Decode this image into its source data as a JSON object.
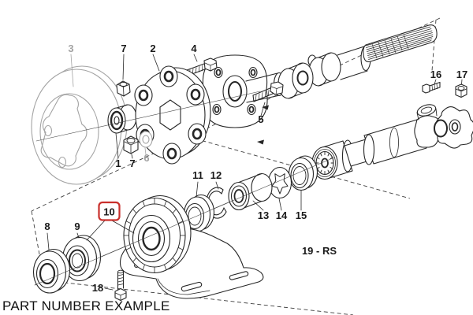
{
  "diagram": {
    "type": "exploded-parts-diagram",
    "subject": "propeller shaft with centre mount and universal joint",
    "caption": "PART NUMBER EXAMPLE",
    "series_label": "19 - RS",
    "colors": {
      "background": "#ffffff",
      "line": "#262626",
      "muted_part": "#a3a3a3",
      "dashed_line": "#3d3d3d",
      "highlight_box": "#c9302c"
    },
    "callouts": [
      {
        "id": "3",
        "text": "3",
        "style": "muted"
      },
      {
        "id": "7-upper",
        "text": "7",
        "style": "normal"
      },
      {
        "id": "2",
        "text": "2",
        "style": "normal"
      },
      {
        "id": "4",
        "text": "4",
        "style": "normal"
      },
      {
        "id": "1",
        "text": "1",
        "style": "normal"
      },
      {
        "id": "7-lower",
        "text": "7",
        "style": "normal"
      },
      {
        "id": "6",
        "text": "6",
        "style": "muted"
      },
      {
        "id": "5",
        "text": "5",
        "style": "normal"
      },
      {
        "id": "16",
        "text": "16",
        "style": "normal"
      },
      {
        "id": "17",
        "text": "17",
        "style": "normal"
      },
      {
        "id": "8",
        "text": "8",
        "style": "normal"
      },
      {
        "id": "9",
        "text": "9",
        "style": "normal"
      },
      {
        "id": "10",
        "text": "10",
        "style": "highlighted"
      },
      {
        "id": "11",
        "text": "11",
        "style": "normal"
      },
      {
        "id": "12",
        "text": "12",
        "style": "normal"
      },
      {
        "id": "13",
        "text": "13",
        "style": "normal"
      },
      {
        "id": "14",
        "text": "14",
        "style": "normal"
      },
      {
        "id": "15",
        "text": "15",
        "style": "normal"
      },
      {
        "id": "18",
        "text": "18",
        "style": "normal"
      },
      {
        "id": "19",
        "text": "19 - RS",
        "style": "normal"
      }
    ]
  }
}
